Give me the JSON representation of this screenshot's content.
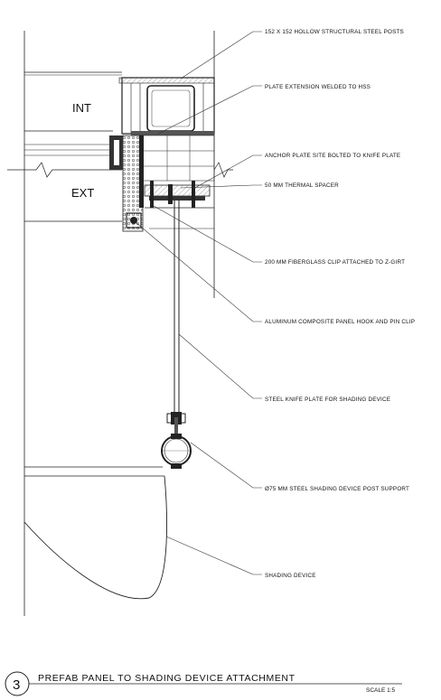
{
  "labels": {
    "int": "INT",
    "ext": "EXT"
  },
  "callouts": [
    "152 X 152 HOLLOW STRUCTURAL STEEL POSTS",
    "PLATE EXTENSION WELDED TO HSS",
    "ANCHOR PLATE SITE BOLTED TO KNIFE PLATE",
    "50 MM THERMAL SPACER",
    "200 MM FIBERGLASS CLIP ATTACHED TO Z-GIRT",
    "ALUMINUM COMPOSITE PANEL HOOK AND PIN CLIP",
    "STEEL KNIFE PLATE FOR SHADING DEVICE",
    "Ø75 MM STEEL SHADING DEVICE POST SUPPORT",
    "SHADING DEVICE"
  ],
  "title_block": {
    "detail_number": "3",
    "title": "PREFAB PANEL TO SHADING DEVICE ATTACHMENT",
    "scale": "SCALE 1:5"
  }
}
